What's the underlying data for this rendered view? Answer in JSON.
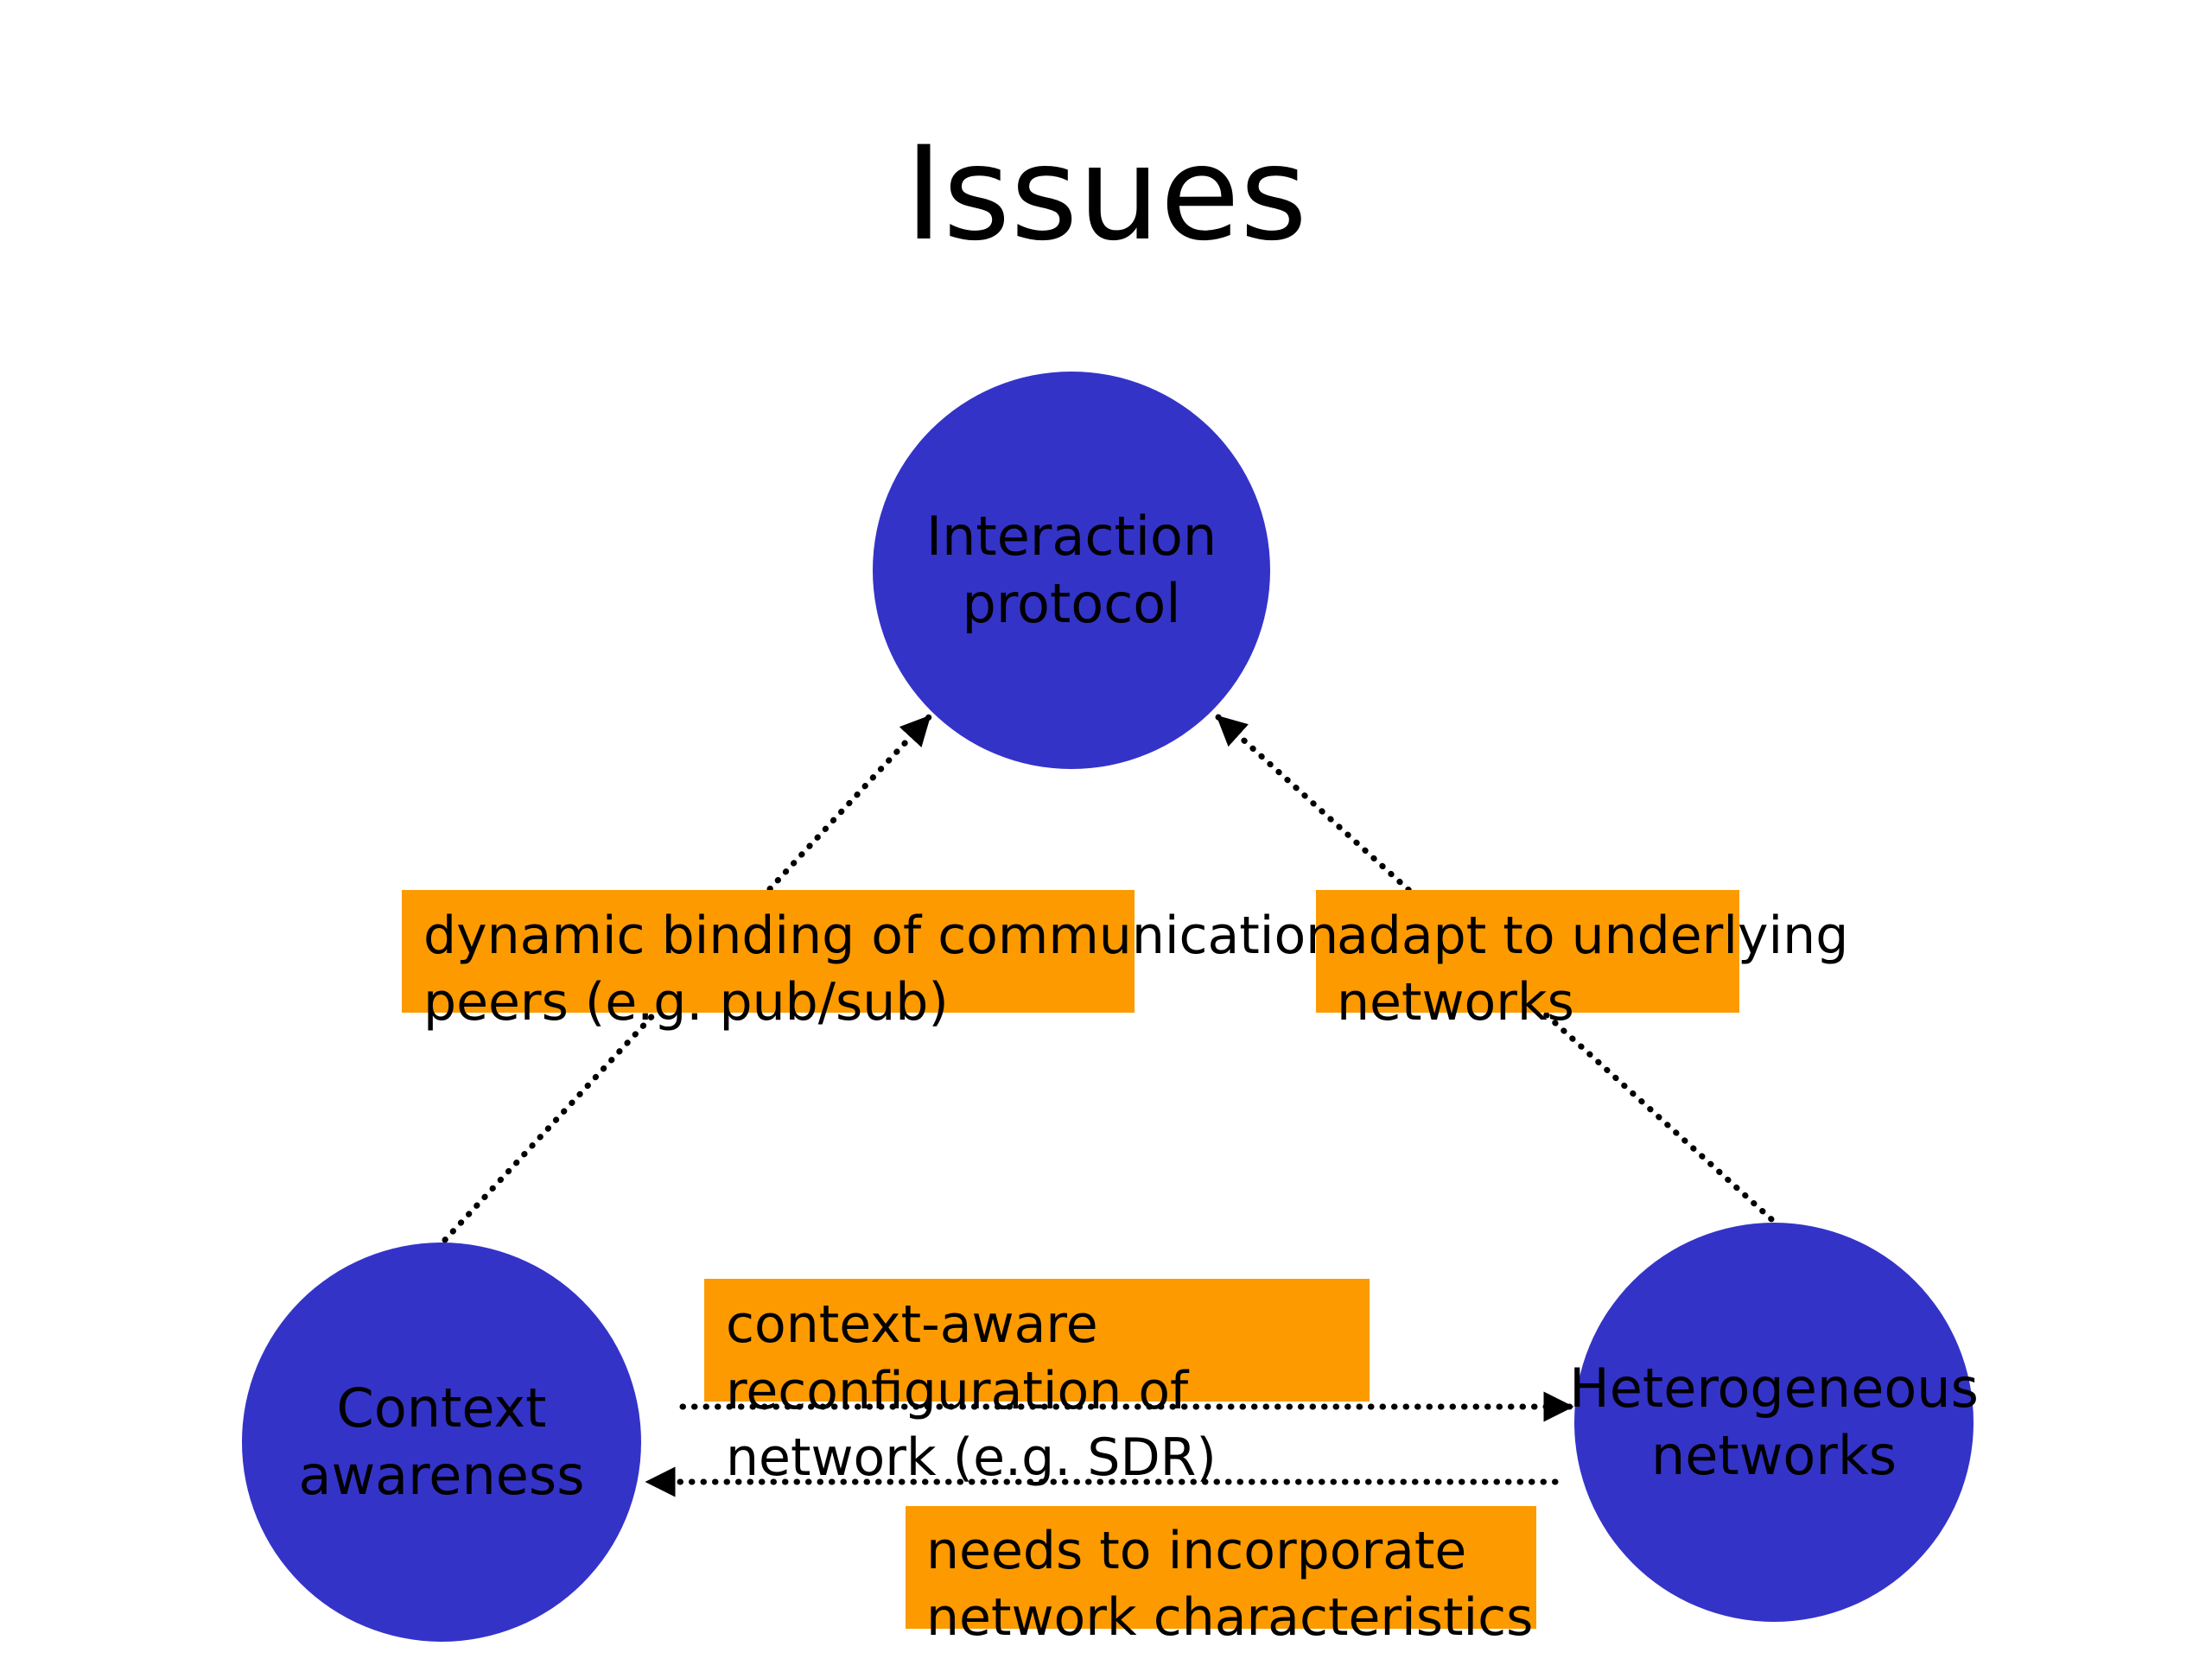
{
  "title": "Issues",
  "nodes": {
    "interaction": "Interaction\nprotocol",
    "context": "Context\nawareness",
    "heterogeneous": "Heterogeneous\nnetworks"
  },
  "labels": {
    "binding": "dynamic binding of communication\npeers (e.g. pub/sub)",
    "adapt": "adapt to underlying\nnetworks",
    "reconfig": "context-aware\nreconfiguration of\nnetwork (e.g. SDR)",
    "incorporate": "needs to incorporate\nnetwork characteristics"
  },
  "colors": {
    "node_fill": "#3433c8",
    "label_box": "#fc9a00",
    "connector": "#000000"
  }
}
